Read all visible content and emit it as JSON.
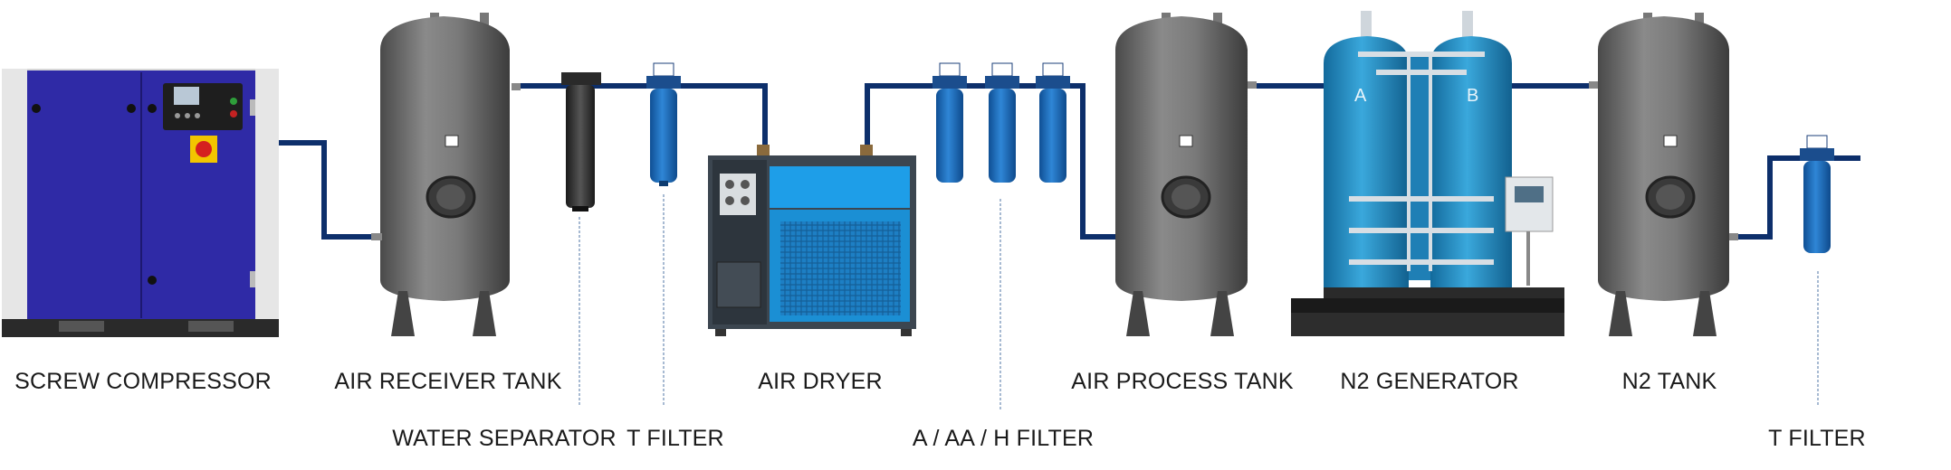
{
  "labels": {
    "screw_compressor": "SCREW COMPRESSOR",
    "air_receiver_tank": "AIR RECEIVER TANK",
    "water_separator": "WATER SEPARATOR",
    "t_filter_1": "T FILTER",
    "air_dryer": "AIR DRYER",
    "a_aa_h_filter": "A / AA / H FILTER",
    "air_process_tank": "AIR PROCESS TANK",
    "n2_generator": "N2 GENERATOR",
    "n2_tank": "N2 TANK",
    "t_filter_2": "T FILTER"
  },
  "generator_tower_marks": {
    "left": "A",
    "right": "B"
  },
  "colors": {
    "pipe": "#0d2f6b",
    "compressor_panel": "#2f2aa6",
    "compressor_frame": "#d7d7d7",
    "tank": "#6e6e6e",
    "filter_blue": "#1f6fc0",
    "dryer_blue": "#1e9ee8",
    "generator_blue": "#2b92c8",
    "leader_line": "#8aa3c4"
  }
}
